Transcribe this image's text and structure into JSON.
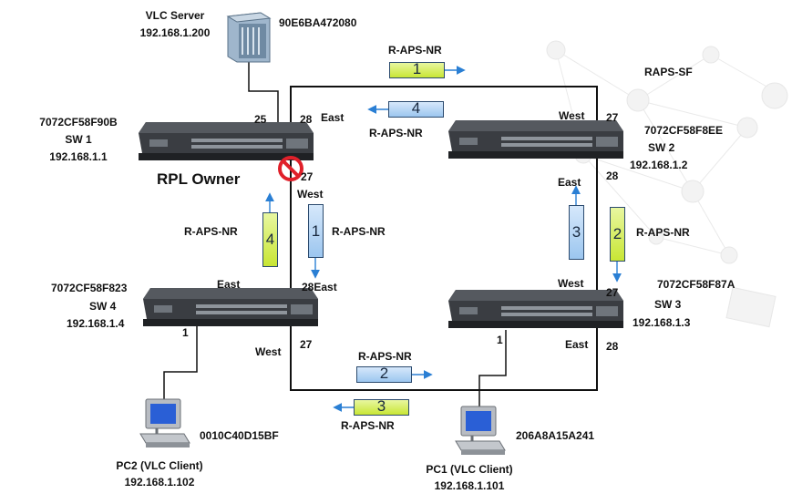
{
  "server": {
    "name": "VLC Server",
    "ip": "192.168.1.200",
    "mac": "90E6BA472080"
  },
  "switches": {
    "sw1": {
      "mac": "7072CF58F90B",
      "name": "SW 1",
      "ip": "192.168.1.1",
      "role": "RPL Owner"
    },
    "sw2": {
      "mac": "7072CF58F8EE",
      "name": "SW 2",
      "ip": "192.168.1.2"
    },
    "sw3": {
      "mac": "7072CF58F87A",
      "name": "SW 3",
      "ip": "192.168.1.3"
    },
    "sw4": {
      "mac": "7072CF58F823",
      "name": "SW 4",
      "ip": "192.168.1.4"
    }
  },
  "pcs": {
    "pc1": {
      "name": "PC1 (VLC Client)",
      "ip": "192.168.1.101",
      "mac": "206A8A15A241"
    },
    "pc2": {
      "name": "PC2 (VLC Client)",
      "ip": "192.168.1.102",
      "mac": "0010C40D15BF"
    }
  },
  "ports": {
    "sw1_25": "25",
    "sw1_28": "28",
    "sw1_east": "East",
    "sw1_27": "27",
    "sw1_west": "West",
    "sw2_west": "West",
    "sw2_27": "27",
    "sw2_28": "28",
    "sw2_east": "East",
    "sw3_west": "West",
    "sw3_27": "27",
    "sw3_east": "East",
    "sw3_28": "28",
    "sw3_1": "1",
    "sw4_28east": "28East",
    "sw4_east": "East",
    "sw4_1": "1",
    "sw4_west": "West",
    "sw4_27": "27"
  },
  "messages": {
    "m_top_1": {
      "num": "1",
      "label": "R-APS-NR"
    },
    "m_top_4": {
      "num": "4",
      "label": "R-APS-NR"
    },
    "m_left_1": {
      "num": "1",
      "label": "R-APS-NR"
    },
    "m_left_4": {
      "num": "4",
      "label": "R-APS-NR"
    },
    "m_right_3": {
      "num": "3",
      "label": ""
    },
    "m_right_2": {
      "num": "2",
      "label": "R-APS-NR"
    },
    "m_bottom_2": {
      "num": "2",
      "label": "R-APS-NR"
    },
    "m_bottom_3": {
      "num": "3",
      "label": "R-APS-NR"
    }
  },
  "raps_sf": "RAPS-SF",
  "icons": {
    "block": "blocked-port-icon",
    "switch": "switch-icon",
    "pc": "pc-icon",
    "server": "server-icon"
  },
  "colors": {
    "green": "#c8e634",
    "blue": "#9cc6ef",
    "ring": "#111111",
    "arrow": "#2a7fd4",
    "block": "#e0202a"
  }
}
